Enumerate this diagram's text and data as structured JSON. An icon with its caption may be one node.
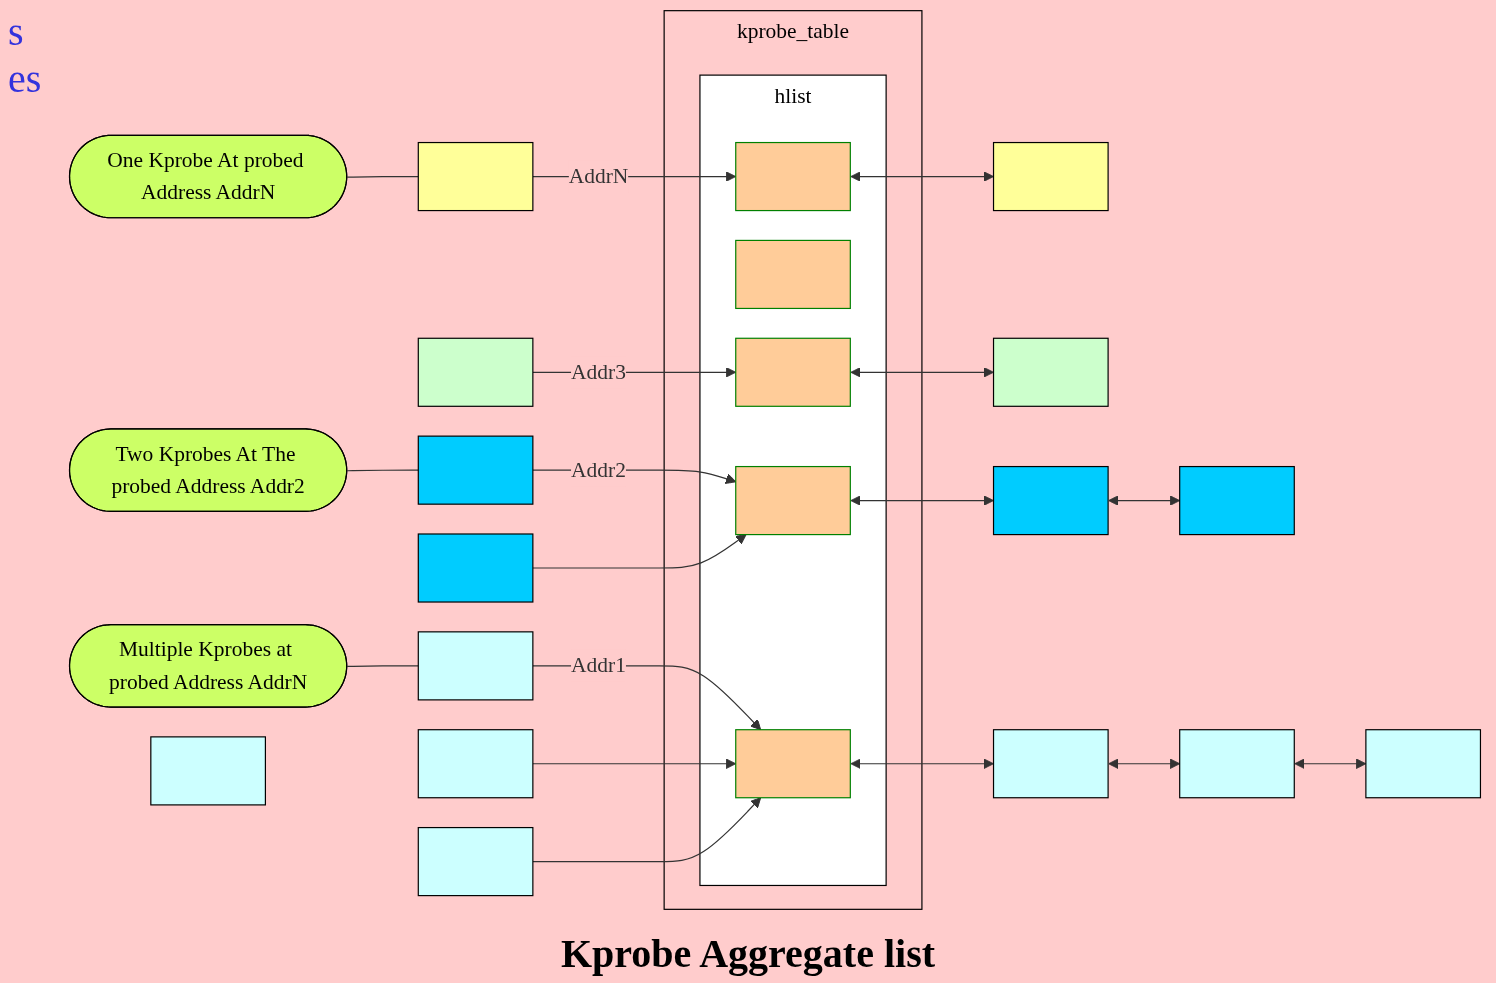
{
  "diagram": {
    "nodes": [
      {
        "text": [
          "One Kprobe At probed Address AddrN"
        ]
      },
      {
        "text": [],
        "shape": "box"
      },
      {
        "text": [],
        "shape": "box"
      },
      {
        "text": [
          "Two Kprobes At The probed Address Addr2"
        ]
      },
      {
        "text": [],
        "shape": "box"
      },
      {
        "text": [],
        "shape": "box"
      },
      {
        "text": [
          "Multiple Kprobes at probed Address AddrN"
        ]
      },
      {
        "text": [],
        "shape": "box"
      },
      {
        "text": [],
        "shape": "box"
      },
      {
        "text": [],
        "shape": "box"
      },
      {
        "text": [],
        "shape": "box"
      },
      {
        "text": [
          "kprobe_table"
        ]
      },
      {
        "text": [
          "hlist"
        ],
        "in": 11
      },
      {
        "text": [],
        "shape": "box",
        "in": 12
      },
      {
        "text": [],
        "shape": "box",
        "in": 12
      },
      {
        "text": [],
        "shape": "box",
        "in": 12
      },
      {
        "text": [],
        "shape": "box",
        "in": 12
      },
      {
        "text": [],
        "shape": "box",
        "in": 12
      },
      {
        "text": [],
        "shape": "box"
      },
      {
        "text": [],
        "shape": "box"
      },
      {
        "text": [],
        "shape": "box"
      },
      {
        "text": [],
        "shape": "box"
      },
      {
        "text": [],
        "shape": "box"
      },
      {
        "text": [],
        "shape": "box"
      },
      {
        "text": [],
        "shape": "box"
      }
    ],
    "edges": [
      {
        "from": 0,
        "to": 1,
        "arrow": "none"
      },
      {
        "from": 3,
        "to": 4,
        "arrow": "none"
      },
      {
        "from": 6,
        "to": 7,
        "arrow": "none"
      },
      {
        "from": 1,
        "to": 13,
        "arrow": "to",
        "label": "AddrN"
      },
      {
        "from": 2,
        "to": 15,
        "arrow": "to",
        "label": "Addr3"
      },
      {
        "from": 4,
        "to": 16,
        "arrow": "to",
        "label": "Addr2"
      },
      {
        "from": 5,
        "to": 16,
        "arrow": "to"
      },
      {
        "from": 7,
        "to": 17,
        "arrow": "to",
        "label": "Addr1"
      },
      {
        "from": 9,
        "to": 17,
        "arrow": "to"
      },
      {
        "from": 10,
        "to": 17,
        "arrow": "to"
      },
      {
        "from": 13,
        "to": 18,
        "arrow": "both"
      },
      {
        "from": 15,
        "to": 19,
        "arrow": "both"
      },
      {
        "from": 16,
        "to": 20,
        "arrow": "both"
      },
      {
        "from": 20,
        "to": 21,
        "arrow": "both"
      },
      {
        "from": 17,
        "to": 22,
        "arrow": "both"
      },
      {
        "from": 22,
        "to": 23,
        "arrow": "both"
      },
      {
        "from": 23,
        "to": 24,
        "arrow": "both"
      }
    ],
    "labels": [
      "s",
      "es",
      "Kprobe Aggregate list"
    ]
  }
}
